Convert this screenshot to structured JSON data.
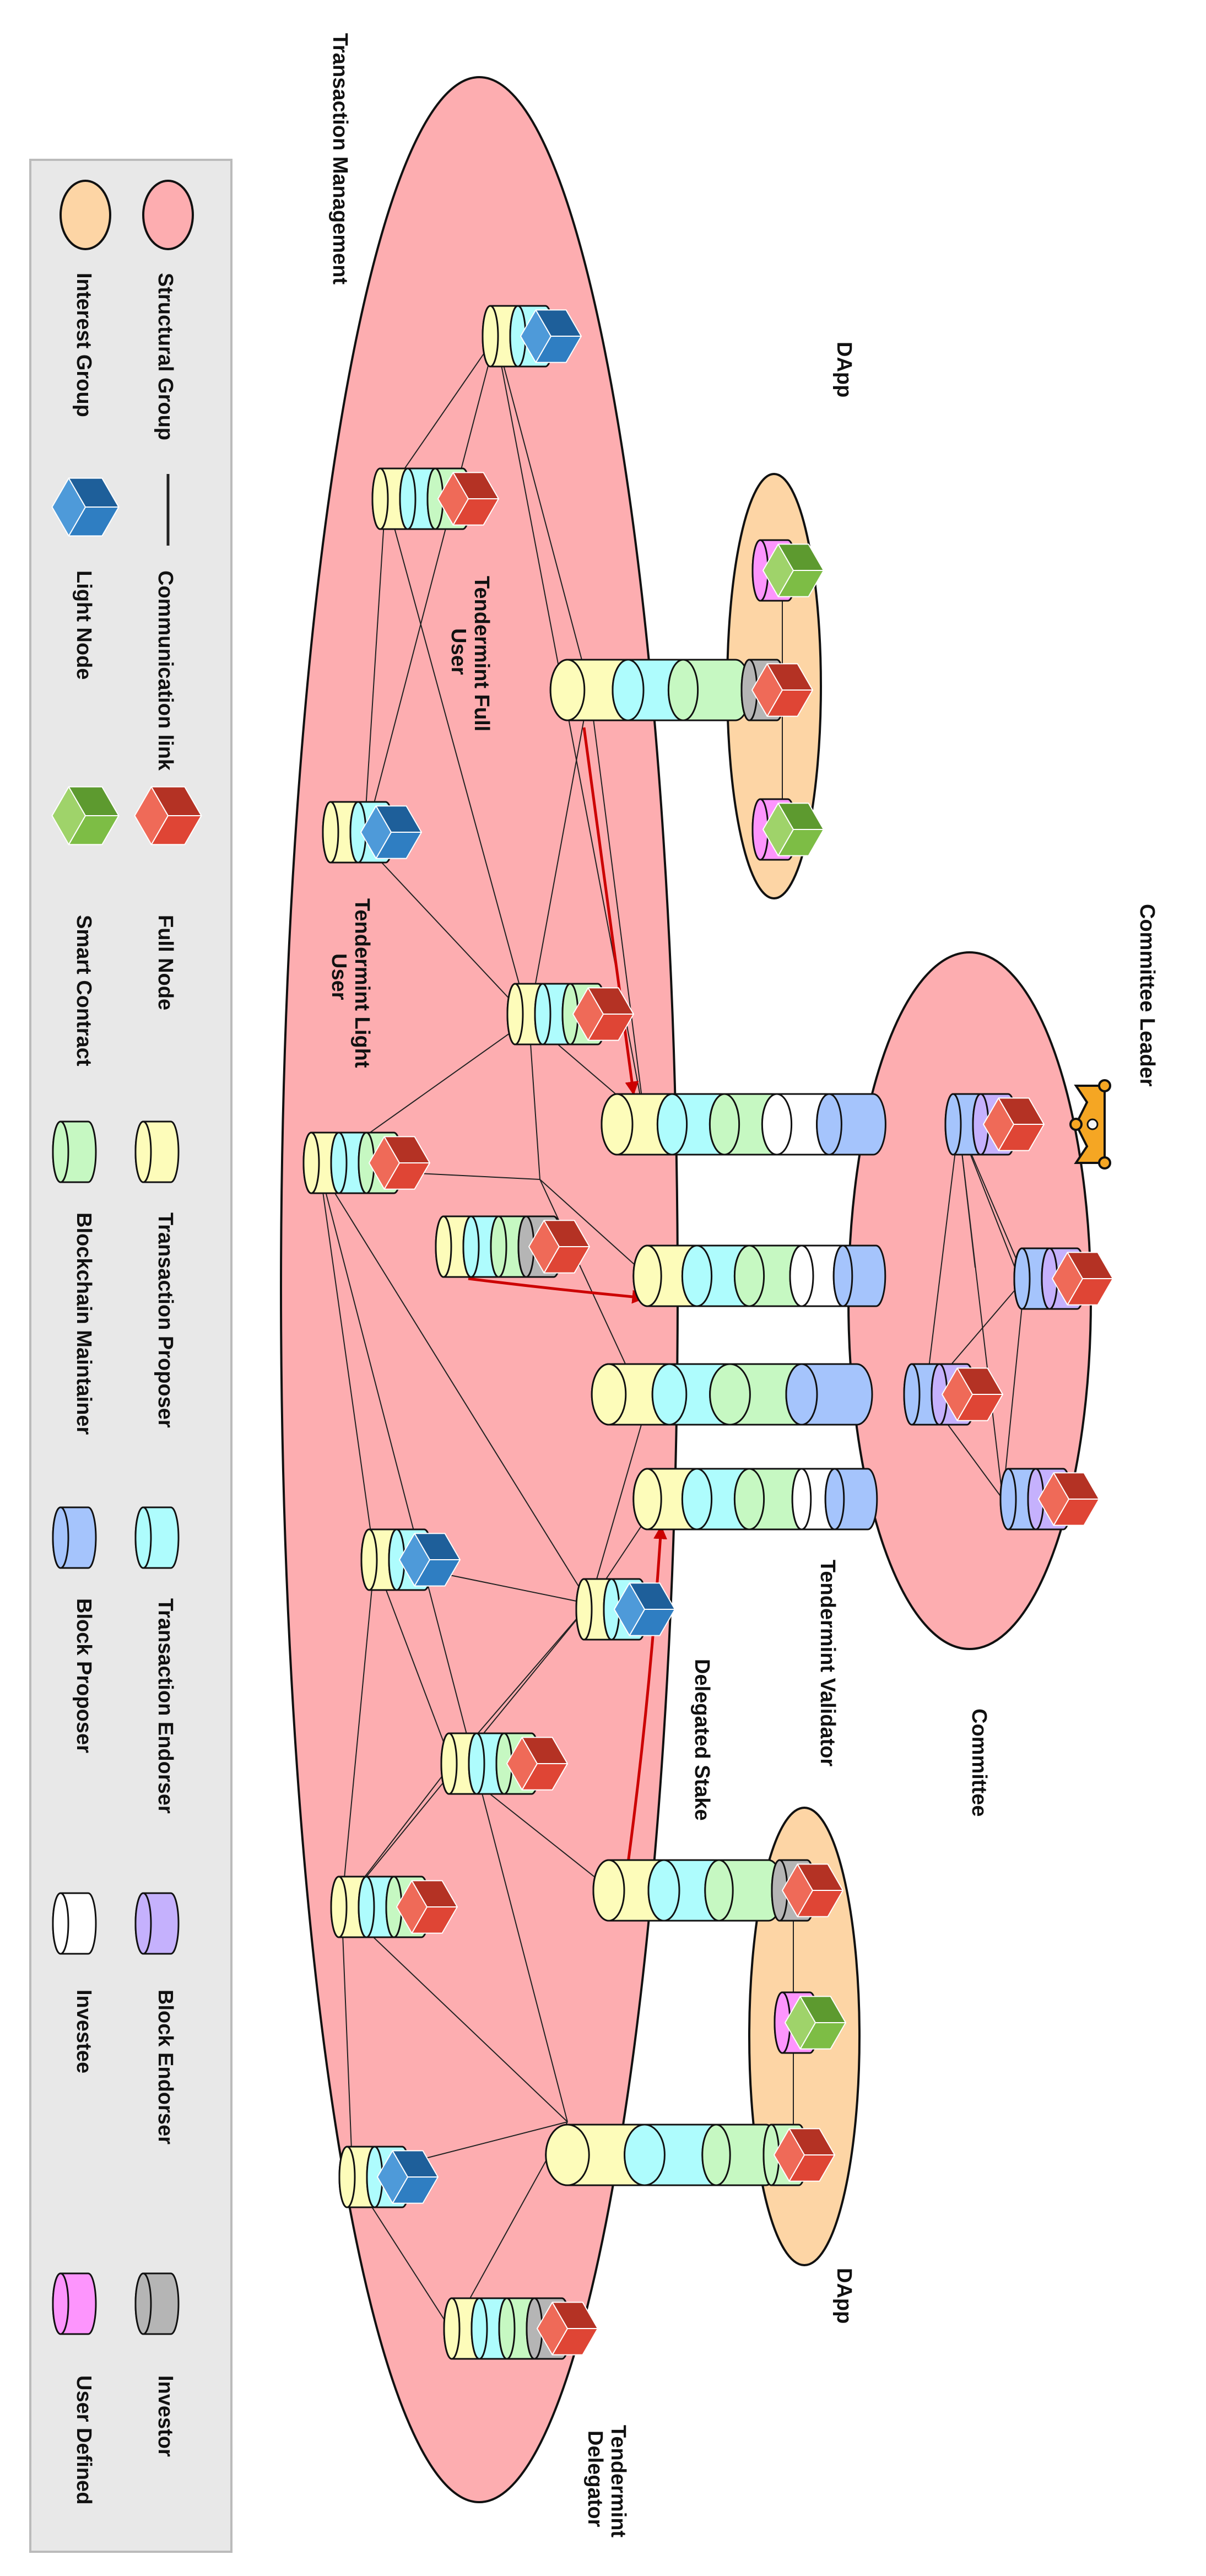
{
  "labels": {
    "transaction_management": "Transaction Management",
    "dapp_top": "DApp",
    "dapp_bottom": "DApp",
    "committee_leader": "Committee Leader",
    "committee": "Committee",
    "tendermint_validator": "Tendermint Validator",
    "delegated_stake": "Delegated Stake",
    "tendermint_delegator": [
      "Tendermint",
      "Delegator"
    ],
    "tendermint_full_user": [
      "Tendermint Full",
      "User"
    ],
    "tendermint_light_user": [
      "Tendermint Light",
      "User"
    ]
  },
  "legend": {
    "structural_group": "Structural Group",
    "interest_group": "Interest Group",
    "communication_link": "Communication link",
    "light_node": "Light Node",
    "full_node": "Full Node",
    "smart_contract": "Smart Contract",
    "transaction_proposer": "Transaction Proposer",
    "blockchain_maintainer": "Blockchain Maintainer",
    "transaction_endorser": "Transaction Endorser",
    "block_proposer": "Block Proposer",
    "block_endorser": "Block Endorser",
    "investee": "Investee",
    "investor": "Investor",
    "user_defined": "User Defined"
  },
  "colors": {
    "structural_group": "#fdadb0",
    "interest_group": "#fdd5a5",
    "light_node": "#2f7ec2",
    "full_node": "#df4535",
    "smart_contract": "#7dbd45",
    "transaction_proposer": "#fdfcba",
    "blockchain_maintainer": "#c6f8c2",
    "transaction_endorser": "#aefcfd",
    "block_proposer": "#a5c4fc",
    "block_endorser": "#c5b1fd",
    "investee": "#ffffff",
    "investor": "#b5b5b5",
    "user_defined": "#fd95fd",
    "link": "#222222",
    "arrow": "#cc0000",
    "crown": "#f5a623"
  }
}
